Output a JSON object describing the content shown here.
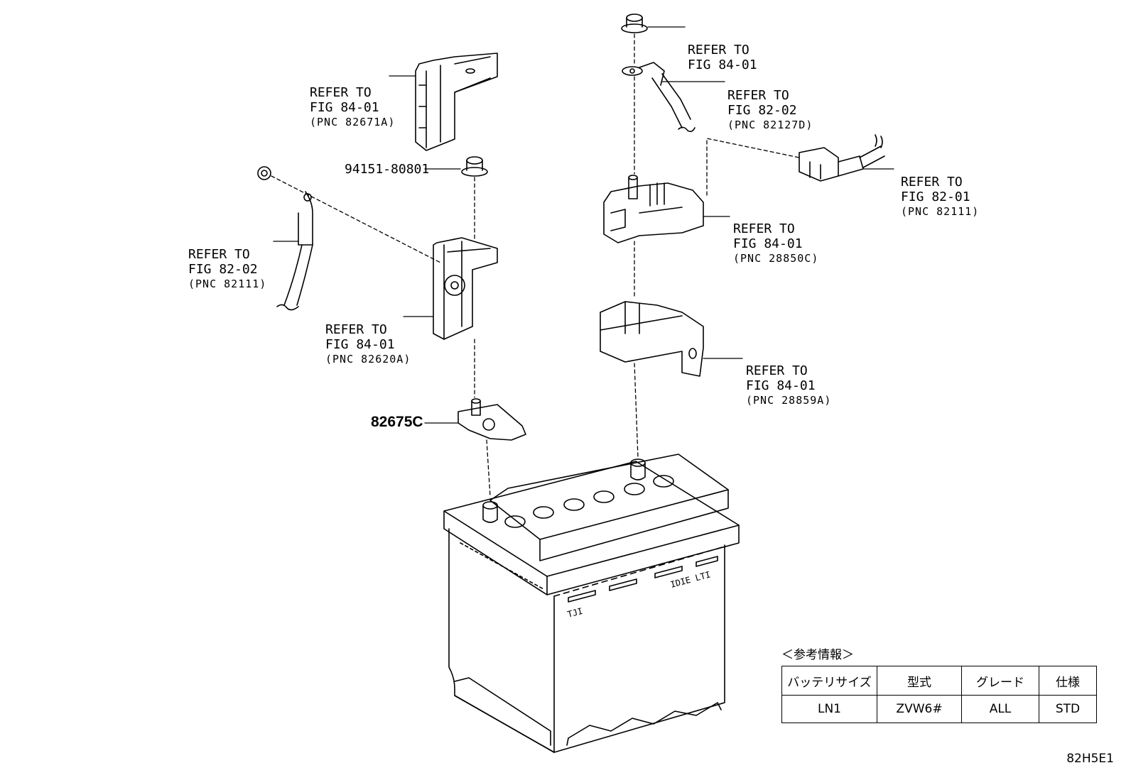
{
  "callouts": [
    {
      "id": "a",
      "line1": "REFER TO",
      "line2": "FIG 84-01",
      "line3": ""
    },
    {
      "id": "b",
      "line1": "REFER TO",
      "line2": "FIG 82-02",
      "line3": "(PNC 82127D)"
    },
    {
      "id": "c",
      "line1": "REFER TO",
      "line2": "FIG 84-01",
      "line3": "(PNC 82671A)"
    },
    {
      "id": "d",
      "line1": "REFER TO",
      "line2": "FIG 82-01",
      "line3": "(PNC 82111)"
    },
    {
      "id": "e",
      "line1": "REFER TO",
      "line2": "FIG 84-01",
      "line3": "(PNC 28850C)"
    },
    {
      "id": "f",
      "line1": "REFER TO",
      "line2": "FIG 82-02",
      "line3": "(PNC 82111)"
    },
    {
      "id": "g",
      "line1": "REFER TO",
      "line2": "FIG 84-01",
      "line3": "(PNC 82620A)"
    },
    {
      "id": "h",
      "line1": "REFER TO",
      "line2": "FIG 84-01",
      "line3": "(PNC 28859A)"
    }
  ],
  "part_numbers": {
    "nut": "94151-80801",
    "terminal": "82675C"
  },
  "battery_markings": {
    "left": "TJI",
    "right": "IDIE  LTI"
  },
  "reference_info": {
    "title": "＜参考情報＞",
    "headers": [
      "バッテリサイズ",
      "型式",
      "グレード",
      "仕様"
    ],
    "row": [
      "LN1",
      "ZVW6#",
      "ALL",
      "STD"
    ]
  },
  "drawing_code": "82H5E1"
}
